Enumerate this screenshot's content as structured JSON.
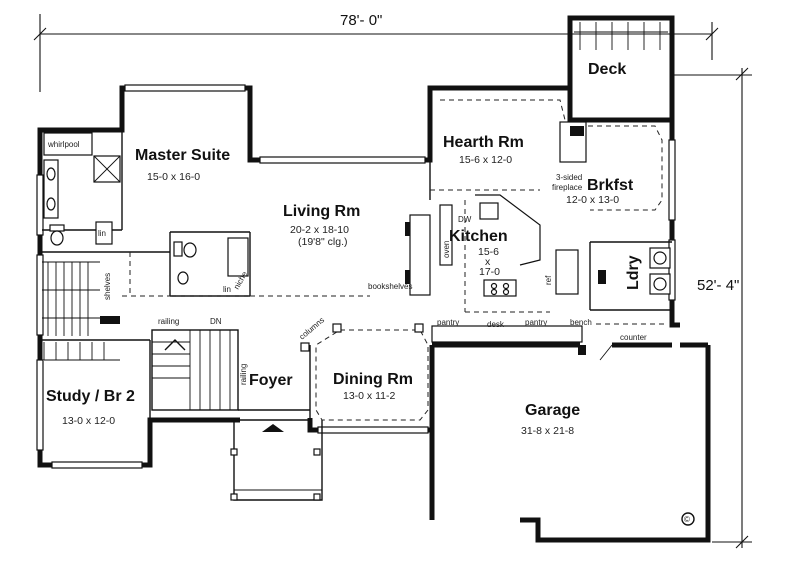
{
  "plan": {
    "overall_width": "78'- 0\"",
    "overall_depth": "52'- 4\"",
    "copyright_mark": "©"
  },
  "rooms": {
    "master_suite": {
      "name": "Master Suite",
      "size": "15-0 x 16-0"
    },
    "living_rm": {
      "name": "Living Rm",
      "size": "20-2 x 18-10",
      "ceiling": "(19'8\" clg.)"
    },
    "hearth_rm": {
      "name": "Hearth Rm",
      "size": "15-6 x 12-0"
    },
    "brkfst": {
      "name": "Brkfst",
      "size": "12-0 x 13-0"
    },
    "kitchen": {
      "name": "Kitchen",
      "size_w": "15-6",
      "size_x": "x",
      "size_d": "17-0"
    },
    "deck": {
      "name": "Deck"
    },
    "ldry": {
      "name": "Ldry"
    },
    "study": {
      "name": "Study / Br 2",
      "size": "13-0 x 12-0"
    },
    "foyer": {
      "name": "Foyer"
    },
    "dining_rm": {
      "name": "Dining Rm",
      "size": "13-0 x 11-2"
    },
    "garage": {
      "name": "Garage",
      "size": "31-8 x 21-8"
    }
  },
  "notes": {
    "whirlpool": "whirlpool",
    "fireplace_line1": "3-sided",
    "fireplace_line2": "fireplace",
    "dw": "DW",
    "oven": "oven",
    "railing_top": "railing",
    "dn": "DN",
    "railing_side": "railing",
    "columns": "columns",
    "bookshelves": "bookshelves",
    "shelves": "shelves",
    "niche": "niche",
    "pantry": "pantry",
    "desk": "desk",
    "pantry2": "pantry",
    "bench": "bench",
    "counter": "counter",
    "lin": "lin",
    "ref": "ref"
  }
}
